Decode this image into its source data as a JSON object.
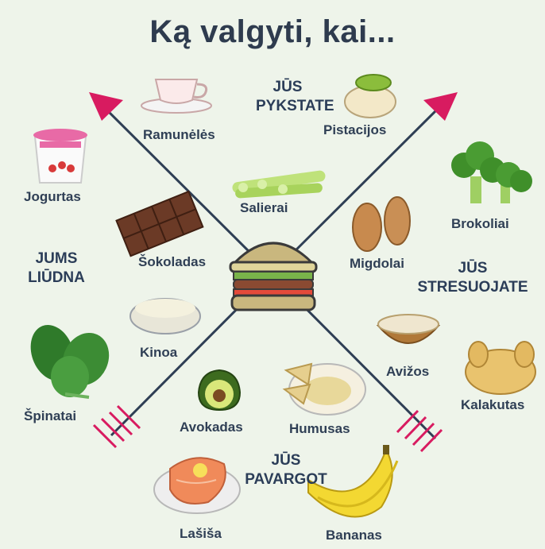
{
  "title": "Ką valgyti, kai...",
  "moods": {
    "angry_line1": "JŪS",
    "angry_line2": "PYKSTATE",
    "sad_line1": "JUMS",
    "sad_line2": "LIŪDNA",
    "stressed_line1": "JŪS",
    "stressed_line2": "STRESUOJATE",
    "tired_line1": "JŪS",
    "tired_line2": "PAVARGOT"
  },
  "foods": {
    "ramuneles": "Ramunėlės",
    "pistacijos": "Pistacijos",
    "jogurtas": "Jogurtas",
    "salierai": "Salierai",
    "brokoliai": "Brokoliai",
    "sokoladas": "Šokoladas",
    "migdolai": "Migdolai",
    "kinoa": "Kinoa",
    "avizos": "Avižos",
    "kalakutas": "Kalakutas",
    "spinatai": "Špinatai",
    "avokadas": "Avokadas",
    "humusas": "Humusas",
    "lasisa": "Lašiša",
    "bananas": "Bananas"
  },
  "colors": {
    "background": "#eef4ea",
    "text": "#2f3f55",
    "arrow": "#2f3f55",
    "arrowhead": "#d81b60"
  },
  "icons": [
    "teacup-icon",
    "pistachio-icon",
    "yogurt-icon",
    "celery-icon",
    "broccoli-icon",
    "chocolate-icon",
    "almond-icon",
    "burger-icon",
    "quinoa-icon",
    "oats-icon",
    "turkey-icon",
    "spinach-icon",
    "avocado-icon",
    "hummus-icon",
    "salmon-icon",
    "banana-icon"
  ]
}
